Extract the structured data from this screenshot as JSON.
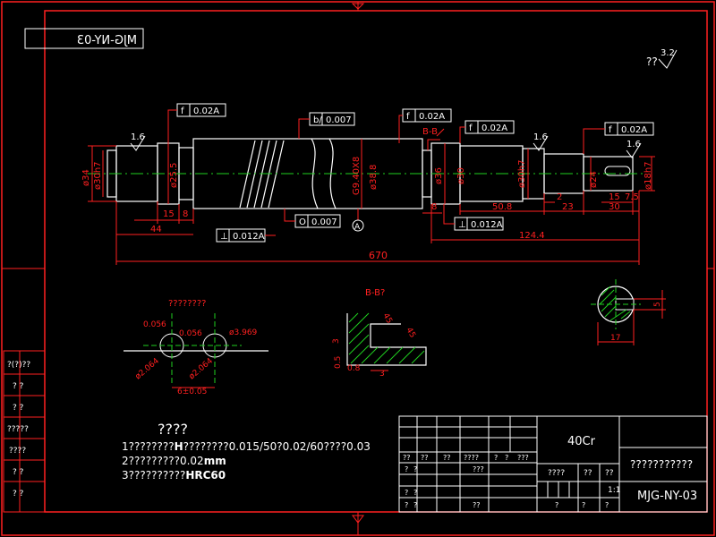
{
  "drawing_number": "MJG-NY-03",
  "drawing_number_mirrored": "MJG-NY-03",
  "roughness_general": {
    "prefix": "??",
    "value": "3.2"
  },
  "dimensions": {
    "d34": "ø34",
    "d30h7_left": "ø30h7",
    "d25_5": "ø25.5",
    "g9": "G9.40X8",
    "d38_8": "ø38.8",
    "d36": "ø36",
    "d30_right1": "ø30",
    "d30_right2": "ø30h7",
    "d24": "ø24",
    "d18": "ø18h7",
    "len15": "15",
    "len8": "8",
    "len44": "44",
    "len670": "670",
    "len8b": "8",
    "len50_8": "50.8",
    "len124_4": "124.4",
    "len2": "2",
    "len23": "23",
    "len15b": "15",
    "len7_5": "7.5",
    "len30": "30"
  },
  "tolerances": {
    "runout1": "0.02A",
    "cyl1": "0.007",
    "runout2": "0.02A",
    "runout3": "0.02A",
    "runout4": "0.02A",
    "round1": "0.007",
    "perp1": "0.012A",
    "perp2": "0.012A"
  },
  "roughness_marks": {
    "r1": "1.6",
    "r2": "1.6",
    "r3": "1.6"
  },
  "datum": "A",
  "section_label": "B-B",
  "detail": {
    "title": "????????",
    "d1": "0.056",
    "d2": "0.056",
    "d3": "ø3.969",
    "d4": "ø2.064",
    "d5": "ø2.064",
    "d6": "6±0.05"
  },
  "section_bb": {
    "title": "B-B?",
    "a1": "45",
    "a2": "45",
    "l1": "3",
    "l2": "0.5",
    "l3": "0.8",
    "l4": "3"
  },
  "key_section": {
    "w": "17",
    "h": "5"
  },
  "left_sidebar": [
    "?(?)??",
    "?  ?",
    "? ?",
    "?????",
    "????",
    "?  ?",
    "?  ?"
  ],
  "notes": {
    "title": "????",
    "n1_a": "1????????",
    "n1_b": "H",
    "n1_c": "????????0.015/50?0.02/60????0.03",
    "n2_a": "2?????????0.02",
    "n2_b": "mm",
    "n3_a": "3??????????",
    "n3_b": "HRC60"
  },
  "title_block": {
    "material": "40Cr",
    "part_name": "???????????",
    "code": "MJG-NY-03",
    "scale": "1:1",
    "r1": [
      "??",
      "??",
      "??",
      "????",
      "?",
      "?",
      "???"
    ],
    "r2": [
      "?",
      "?",
      "???"
    ],
    "stage": "????",
    "weight": "??",
    "ratio": "??",
    "r3": [
      "?",
      "?"
    ],
    "r4": [
      "?",
      "?"
    ],
    "r5": [
      "?",
      "?",
      "??"
    ],
    "sheets": [
      "?",
      "?",
      "?"
    ]
  }
}
